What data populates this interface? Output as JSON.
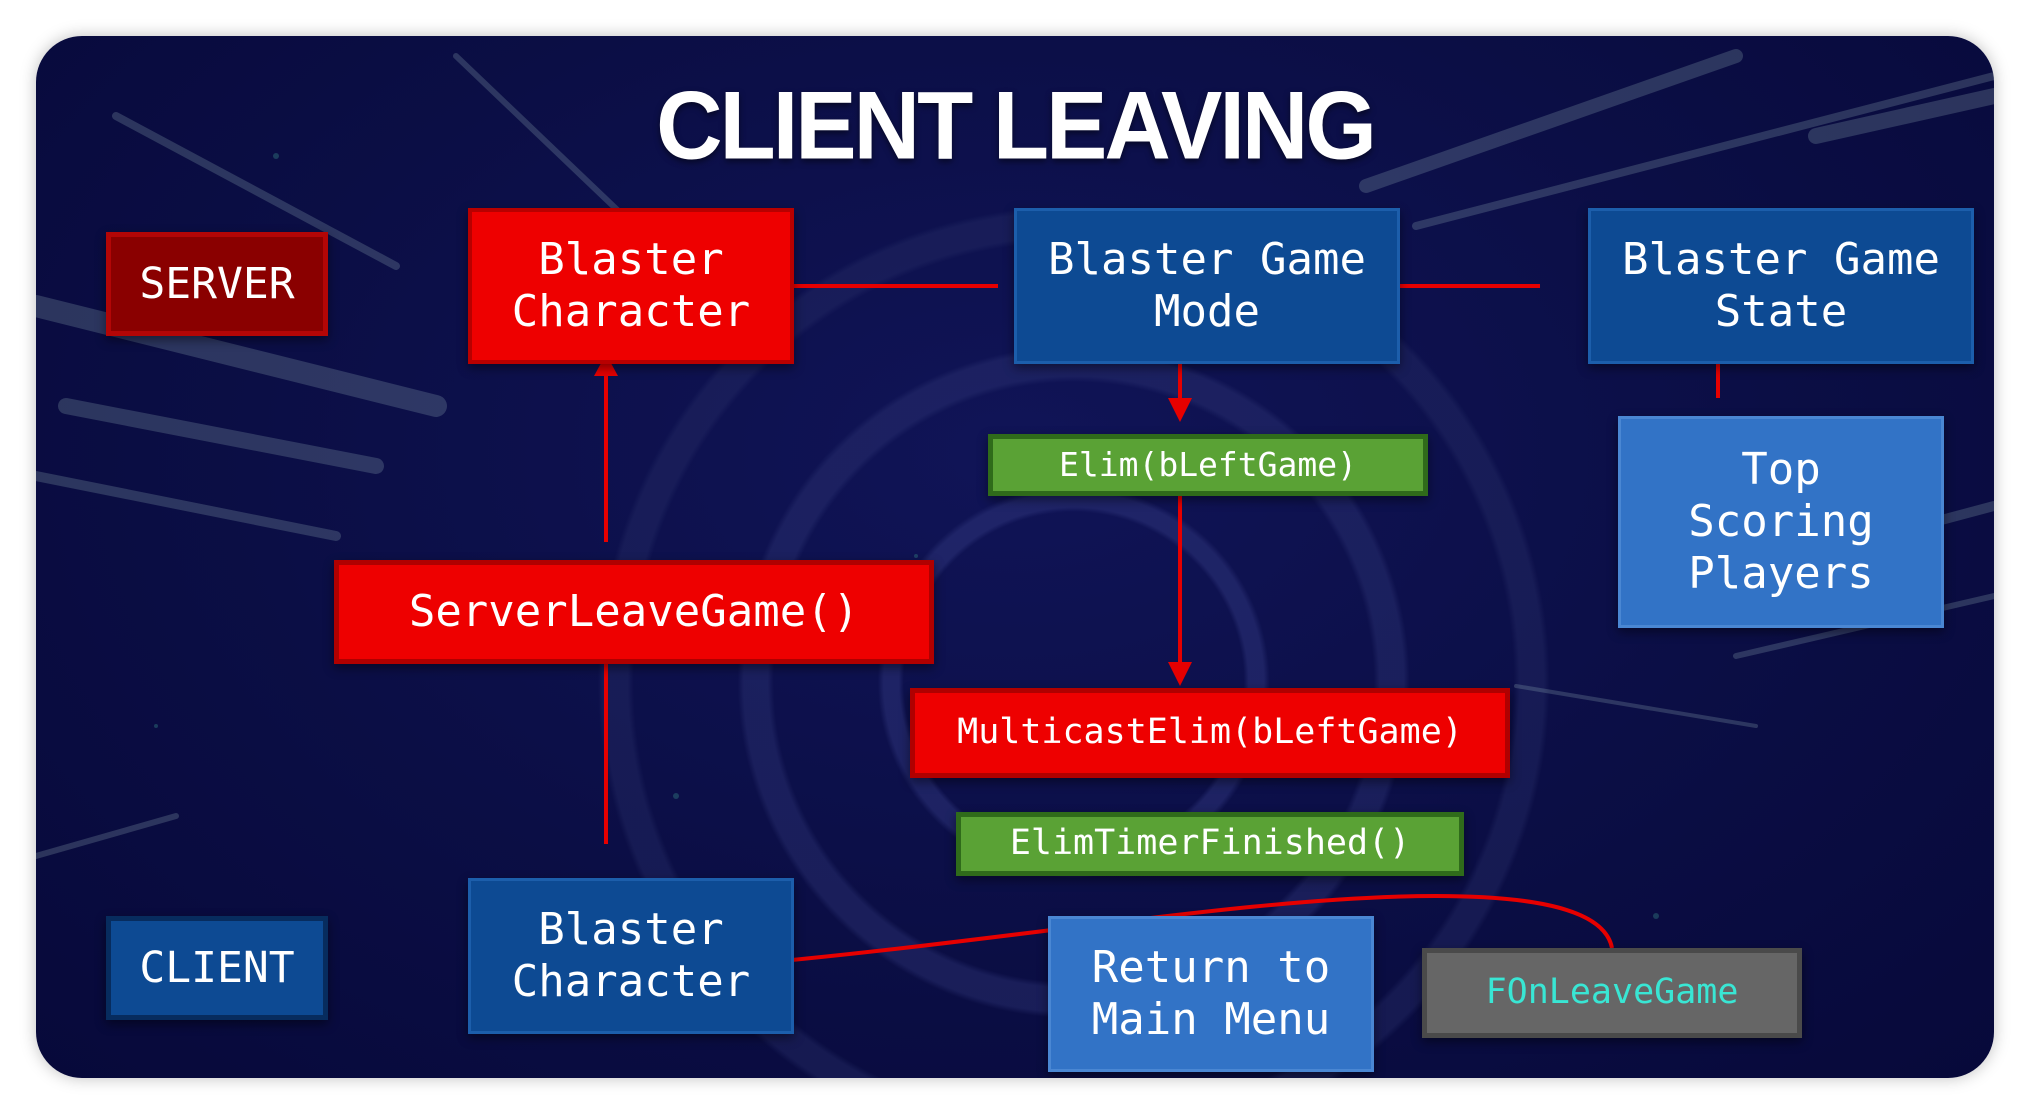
{
  "title": "CLIENT LEAVING",
  "labels": {
    "server": "SERVER",
    "client": "CLIENT"
  },
  "nodes": {
    "server_character": "Blaster\nCharacter",
    "game_mode": "Blaster Game\nMode",
    "game_state": "Blaster Game\nState",
    "top_scoring": "Top\nScoring\nPlayers",
    "elim": "Elim(bLeftGame)",
    "server_leave_game": "ServerLeaveGame()",
    "multicast_elim": "MulticastElim(bLeftGame)",
    "elim_timer_finished": "ElimTimerFinished()",
    "client_character": "Blaster\nCharacter",
    "return_menu": "Return to\nMain Menu",
    "on_leave_game": "FOnLeaveGame"
  },
  "colors": {
    "server": "#ee0000",
    "client": "#0d4a93",
    "function_green": "#5aa235",
    "delegate_gray": "#666666",
    "connector": "#e60000"
  }
}
